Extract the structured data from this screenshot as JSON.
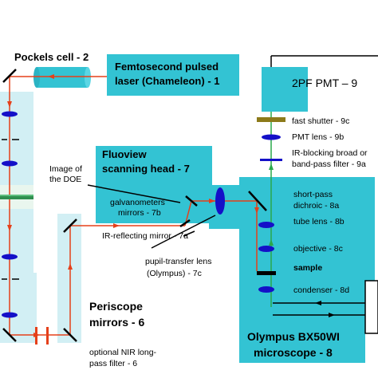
{
  "colors": {
    "box_fill": "#33c3d3",
    "box_light": "#d2eff4",
    "beam": "#e5401a",
    "lens": "#1410c8",
    "emission": "#2aa84a",
    "shutter": "#8c7a1a",
    "doe": "#2f8f4f"
  },
  "labels": {
    "pockels": "Pockels cell - 2",
    "laser_line1": "Femtosecond pulsed",
    "laser_line2": "laser (Chameleon) - 1",
    "pmt": "2PF PMT – 9",
    "shutter": "fast shutter - 9c",
    "pmt_lens": "PMT lens - 9b",
    "ir_block_1": "IR-blocking broad or",
    "ir_block_2": "band-pass filter - 9a",
    "fluoview_1": "Fluoview",
    "fluoview_2": "scanning head - 7",
    "doe_1": "Image of",
    "doe_2": "the DOE",
    "galvo_1": "galvanometers",
    "galvo_2": "mirrors - 7b",
    "ir_mirror": "IR-reflecting mirror - 7a",
    "short_pass_1": "short-pass",
    "short_pass_2": "dichroic - 8a",
    "tube_lens": "tube lens - 8b",
    "objective": "objective - 8c",
    "sample": "sample",
    "condenser": "condenser - 8d",
    "pupil_1": "pupil-transfer lens",
    "pupil_2": "(Olympus) - 7c",
    "periscope_1": "Periscope",
    "periscope_2": "mirrors - 6",
    "nir_1": "optional NIR long-",
    "nir_2": "pass filter - 6",
    "olympus_1": "Olympus BX50WI",
    "olympus_2": "microscope - 8"
  }
}
